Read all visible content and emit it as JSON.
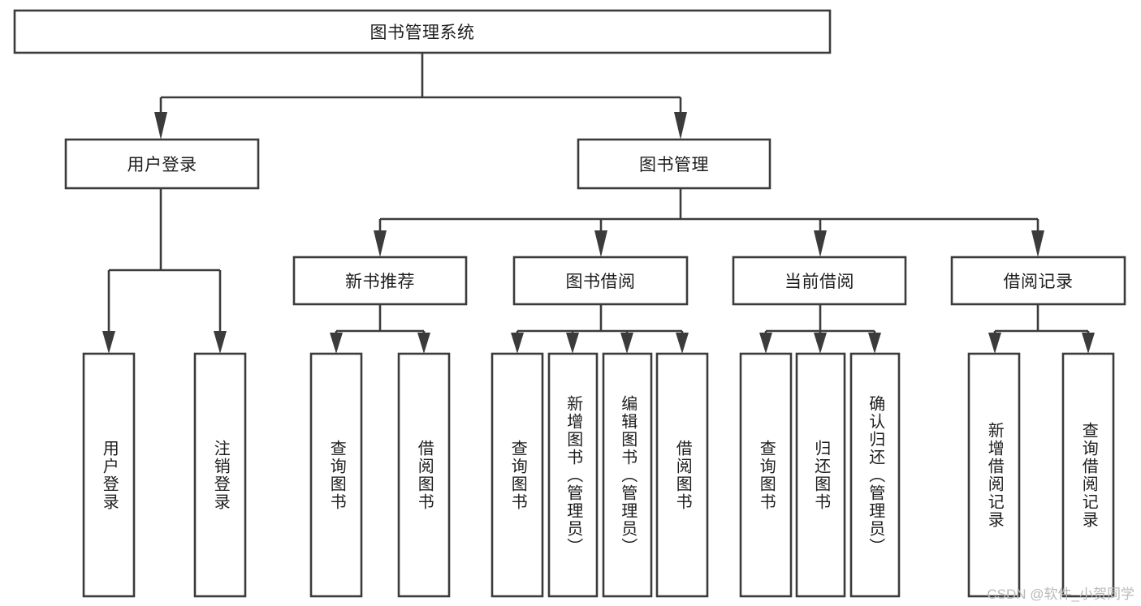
{
  "diagram": {
    "type": "tree",
    "title": "图书管理系统",
    "watermark": "CSDN @软件_小贺同学",
    "colors": {
      "stroke": "#3b3b3b",
      "box_fill": "#ffffff",
      "text": "#1d1d1d",
      "background": "#ffffff",
      "watermark": "#b9b9b9"
    },
    "levels": {
      "root": [
        "图书管理系统"
      ],
      "level2": [
        "用户登录",
        "图书管理"
      ],
      "level3": [
        "新书推荐",
        "图书借阅",
        "当前借阅",
        "借阅记录"
      ],
      "leaves": [
        "用户登录",
        "注销登录",
        "查询图书",
        "借阅图书",
        "查询图书",
        "新增图书（管理员）",
        "编辑图书（管理员）",
        "借阅图书",
        "查询图书",
        "归还图书",
        "确认归还（管理员）",
        "新增借阅记录",
        "查询借阅记录"
      ]
    },
    "nodes": {
      "root": {
        "label": "图书管理系统"
      },
      "user_login": {
        "label": "用户登录"
      },
      "book_manage": {
        "label": "图书管理"
      },
      "new_book_rec": {
        "label": "新书推荐"
      },
      "book_borrow": {
        "label": "图书借阅"
      },
      "current_borrow": {
        "label": "当前借阅"
      },
      "borrow_record": {
        "label": "借阅记录"
      },
      "leaf_user_login": {
        "label": "用户登录"
      },
      "leaf_logout": {
        "label": "注销登录"
      },
      "leaf_query_book_a": {
        "label": "查询图书"
      },
      "leaf_borrow_book_a": {
        "label": "借阅图书"
      },
      "leaf_query_book_b": {
        "label": "查询图书"
      },
      "leaf_add_book": {
        "label": "新增图书（管理员）"
      },
      "leaf_edit_book": {
        "label": "编辑图书（管理员）"
      },
      "leaf_borrow_book_b": {
        "label": "借阅图书"
      },
      "leaf_query_book_c": {
        "label": "查询图书"
      },
      "leaf_return_book": {
        "label": "归还图书"
      },
      "leaf_confirm_return": {
        "label": "确认归还（管理员）"
      },
      "leaf_add_record": {
        "label": "新增借阅记录"
      },
      "leaf_query_record": {
        "label": "查询借阅记录"
      }
    }
  }
}
